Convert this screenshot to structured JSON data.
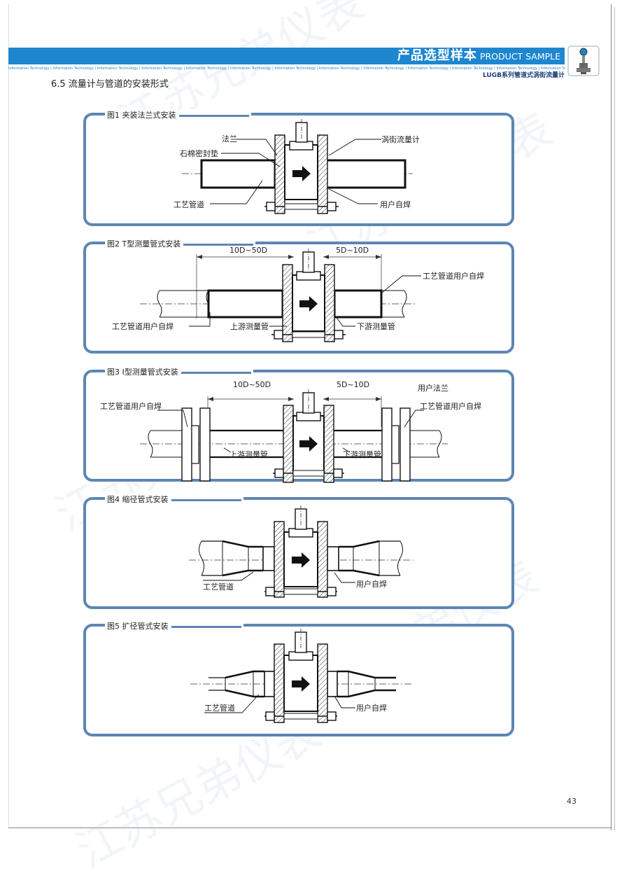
{
  "header": {
    "title_cn": "产品选型样本",
    "title_en": "PRODUCT SAMPLE",
    "subtitle": "LUGB系列管道式涡街流量计",
    "ticker": "Information Technology | Information Technology | Information Technology | Information Technology | Information Technology | Information Technology | Information Technology | Information Technology | Information Technology | Information Technology | Information Technology | Information Technology | Information Technology | Information Technology | Information Technology | Information Technology | Information Technology | Information Technology | Information Technology",
    "accent_color": "#1d86cf"
  },
  "section": {
    "title": "6.5 流量计与管道的安装形式"
  },
  "figures": [
    {
      "title": "图1 夹装法兰式安装",
      "labels": {
        "flange": "法兰",
        "gasket": "石棉密封垫",
        "meter": "涡街流量计",
        "pipe": "工艺管道",
        "weld": "用户自焊"
      }
    },
    {
      "title": "图2 T型测量管式安装",
      "labels": {
        "dim_up": "10D~50D",
        "dim_down": "5D~10D",
        "weld_right": "工艺管道用户自焊",
        "weld_left": "工艺管道用户自焊",
        "upstream": "上游测量管",
        "downstream": "下游测量管"
      }
    },
    {
      "title": "图3 I型测量管式安装",
      "labels": {
        "dim_up": "10D~50D",
        "dim_down": "5D~10D",
        "user_flange": "用户法兰",
        "weld_left": "工艺管道用户自焊",
        "weld_right": "工艺管道用户自焊",
        "upstream": "上游测量管",
        "downstream": "下游测量管"
      }
    },
    {
      "title": "图4 缩径管式安装",
      "labels": {
        "pipe": "工艺管道",
        "weld": "用户自焊"
      }
    },
    {
      "title": "图5 扩径管式安装",
      "labels": {
        "pipe": "工艺管道",
        "weld": "用户自焊"
      }
    }
  ],
  "watermark": {
    "text": "江苏兄弟仪表"
  },
  "page": {
    "number": "43"
  },
  "colors": {
    "panel_border": "#5e86b3",
    "header": "#1d86cf"
  }
}
